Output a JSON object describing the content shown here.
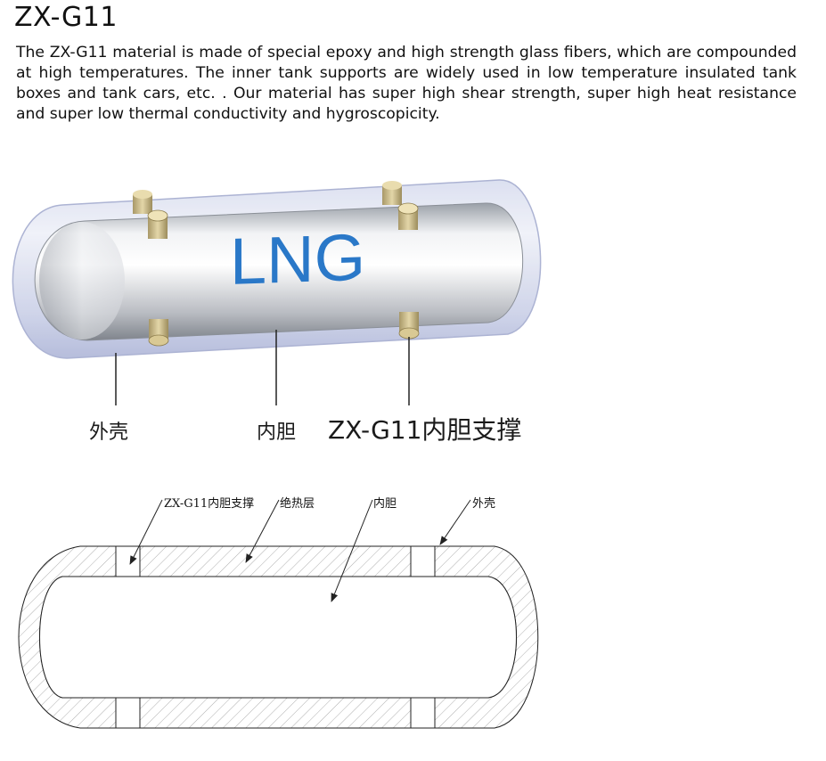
{
  "title": "ZX-G11",
  "description": "The ZX-G11 material is made of special epoxy and high strength glass fibers, which are compounded at high temperatures. The inner tank supports are widely used in low temperature insulated tank boxes and tank cars, etc. . Our material has super high shear strength, super high heat resistance and super low thermal conductivity and hygroscopicity.",
  "illustration": {
    "tank_text": "LNG",
    "labels": {
      "outer_shell": "外壳",
      "inner_tank": "内胆",
      "support": "ZX-G11内胆支撑"
    },
    "colors": {
      "lng_text": "#2a78c8",
      "support": "#c9b98a"
    }
  },
  "diagram": {
    "labels": {
      "support": "ZX-G11内胆支撑",
      "insulation": "绝热层",
      "inner_tank": "内胆",
      "outer_shell": "外壳"
    }
  }
}
